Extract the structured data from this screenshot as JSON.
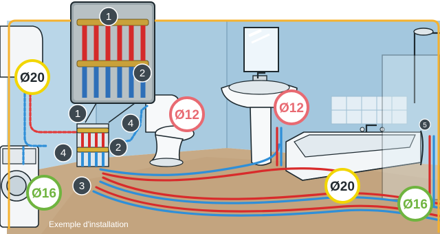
{
  "caption": "Exemple d'installation",
  "markers": {
    "m1_inset": "1",
    "m2_inset": "2",
    "m1_manifold": "1",
    "m2_manifold": "2",
    "m3": "3",
    "m4_left": "4",
    "m4_wc": "4",
    "m5": "5"
  },
  "diameters": {
    "top_left": "Ø20",
    "wc": "Ø12",
    "washbasin": "Ø12",
    "washing_machine": "Ø16",
    "bathtub": "Ø20",
    "shower": "Ø16"
  },
  "colors": {
    "frame": "#f5b22f",
    "wall": "#a9cbe0",
    "floor": "#c7aa86",
    "hot_pipe": "#d82b2b",
    "cold_pipe": "#2f8fd8",
    "badge_yellow": "#f2d600",
    "badge_red": "#e86a72",
    "badge_green": "#6fb43f",
    "marker": "#3d4850"
  }
}
